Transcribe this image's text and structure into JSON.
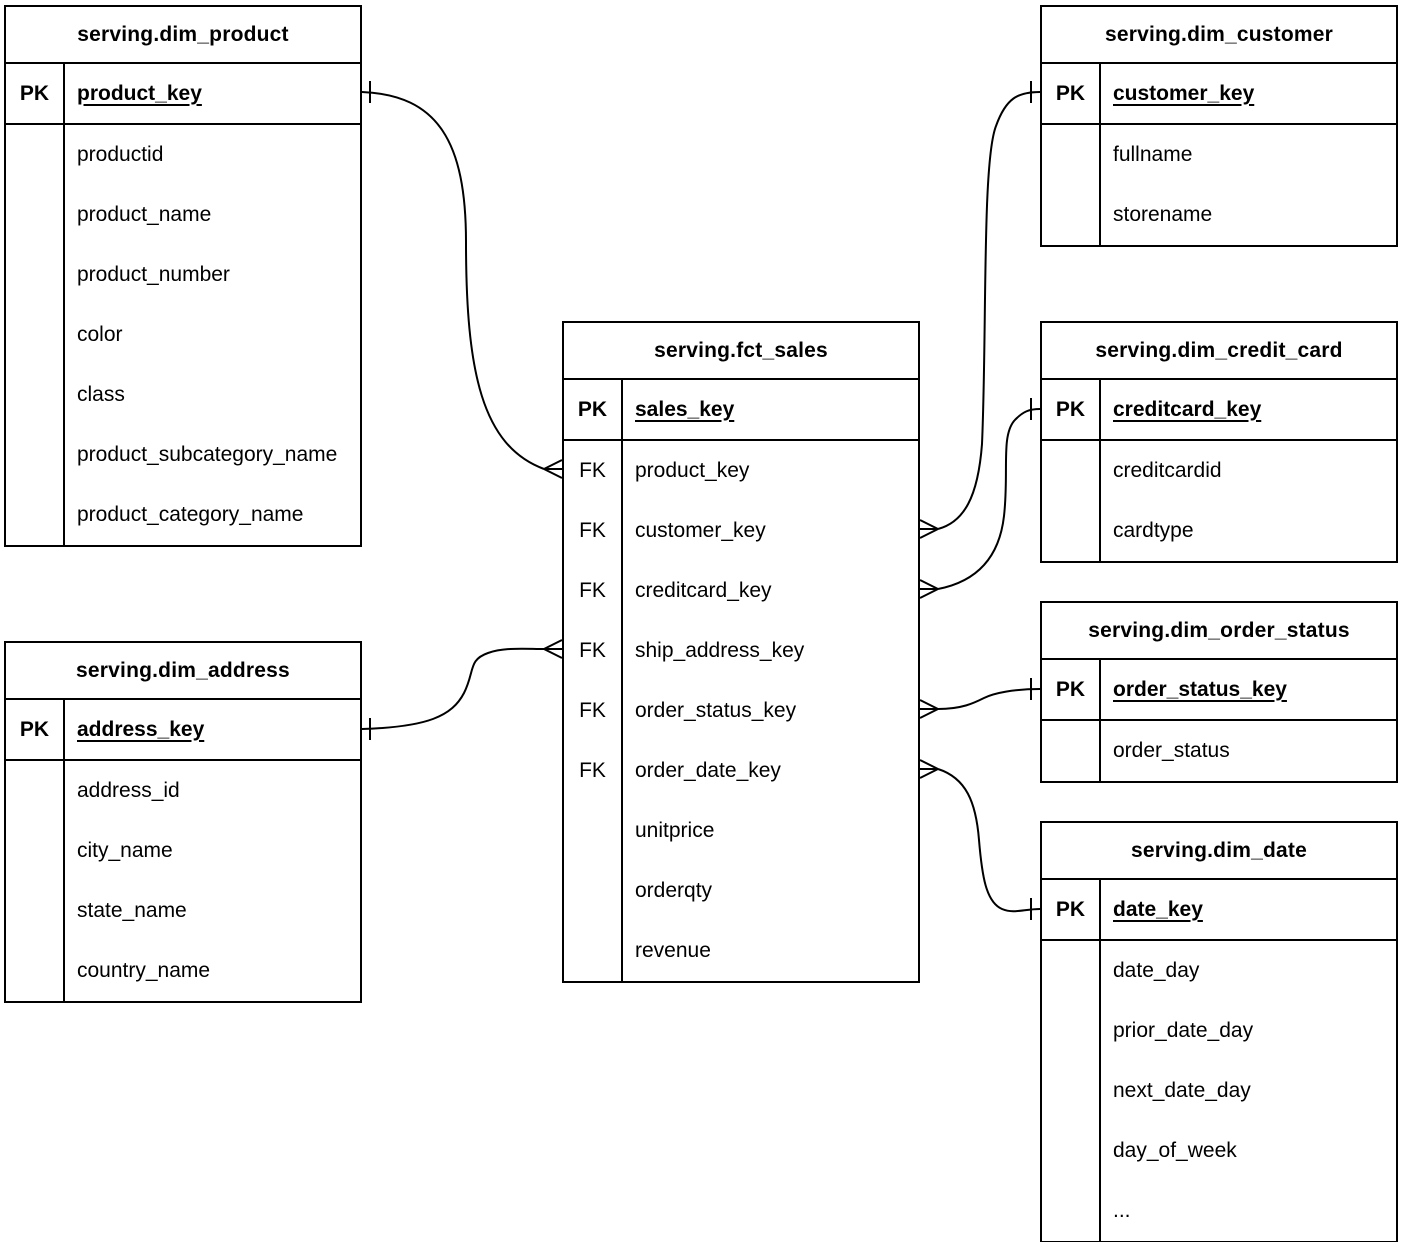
{
  "tables": {
    "dim_product": {
      "title": "serving.dim_product",
      "pk": {
        "label": "PK",
        "field": "product_key"
      },
      "fields": [
        {
          "tag": "",
          "name": "productid"
        },
        {
          "tag": "",
          "name": "product_name"
        },
        {
          "tag": "",
          "name": "product_number"
        },
        {
          "tag": "",
          "name": "color"
        },
        {
          "tag": "",
          "name": "class"
        },
        {
          "tag": "",
          "name": "product_subcategory_name"
        },
        {
          "tag": "",
          "name": "product_category_name"
        }
      ]
    },
    "dim_customer": {
      "title": "serving.dim_customer",
      "pk": {
        "label": "PK",
        "field": "customer_key"
      },
      "fields": [
        {
          "tag": "",
          "name": "fullname"
        },
        {
          "tag": "",
          "name": "storename"
        }
      ]
    },
    "fct_sales": {
      "title": "serving.fct_sales",
      "pk": {
        "label": "PK",
        "field": "sales_key"
      },
      "fields": [
        {
          "tag": "FK",
          "name": "product_key"
        },
        {
          "tag": "FK",
          "name": "customer_key"
        },
        {
          "tag": "FK",
          "name": "creditcard_key"
        },
        {
          "tag": "FK",
          "name": "ship_address_key"
        },
        {
          "tag": "FK",
          "name": "order_status_key"
        },
        {
          "tag": "FK",
          "name": "order_date_key"
        },
        {
          "tag": "",
          "name": "unitprice"
        },
        {
          "tag": "",
          "name": "orderqty"
        },
        {
          "tag": "",
          "name": "revenue"
        }
      ]
    },
    "dim_credit_card": {
      "title": "serving.dim_credit_card",
      "pk": {
        "label": "PK",
        "field": "creditcard_key"
      },
      "fields": [
        {
          "tag": "",
          "name": "creditcardid"
        },
        {
          "tag": "",
          "name": "cardtype"
        }
      ]
    },
    "dim_order_status": {
      "title": "serving.dim_order_status",
      "pk": {
        "label": "PK",
        "field": "order_status_key"
      },
      "fields": [
        {
          "tag": "",
          "name": "order_status"
        }
      ]
    },
    "dim_date": {
      "title": "serving.dim_date",
      "pk": {
        "label": "PK",
        "field": "date_key"
      },
      "fields": [
        {
          "tag": "",
          "name": "date_day"
        },
        {
          "tag": "",
          "name": "prior_date_day"
        },
        {
          "tag": "",
          "name": "next_date_day"
        },
        {
          "tag": "",
          "name": "day_of_week"
        },
        {
          "tag": "",
          "name": "..."
        }
      ]
    },
    "dim_address": {
      "title": "serving.dim_address",
      "pk": {
        "label": "PK",
        "field": "address_key"
      },
      "fields": [
        {
          "tag": "",
          "name": "address_id"
        },
        {
          "tag": "",
          "name": "city_name"
        },
        {
          "tag": "",
          "name": "state_name"
        },
        {
          "tag": "",
          "name": "country_name"
        }
      ]
    }
  },
  "relationships": [
    {
      "from_table": "serving.fct_sales",
      "from_field": "product_key",
      "to_table": "serving.dim_product",
      "to_field": "product_key",
      "from_end": "many",
      "to_end": "one"
    },
    {
      "from_table": "serving.fct_sales",
      "from_field": "customer_key",
      "to_table": "serving.dim_customer",
      "to_field": "customer_key",
      "from_end": "many",
      "to_end": "one"
    },
    {
      "from_table": "serving.fct_sales",
      "from_field": "creditcard_key",
      "to_table": "serving.dim_credit_card",
      "to_field": "creditcard_key",
      "from_end": "many",
      "to_end": "one"
    },
    {
      "from_table": "serving.fct_sales",
      "from_field": "ship_address_key",
      "to_table": "serving.dim_address",
      "to_field": "address_key",
      "from_end": "many",
      "to_end": "one"
    },
    {
      "from_table": "serving.fct_sales",
      "from_field": "order_status_key",
      "to_table": "serving.dim_order_status",
      "to_field": "order_status_key",
      "from_end": "many",
      "to_end": "one"
    },
    {
      "from_table": "serving.fct_sales",
      "from_field": "order_date_key",
      "to_table": "serving.dim_date",
      "to_field": "date_key",
      "from_end": "many",
      "to_end": "one"
    }
  ],
  "colors": {
    "line": "#000000",
    "background": "#ffffff",
    "text": "#000000"
  }
}
